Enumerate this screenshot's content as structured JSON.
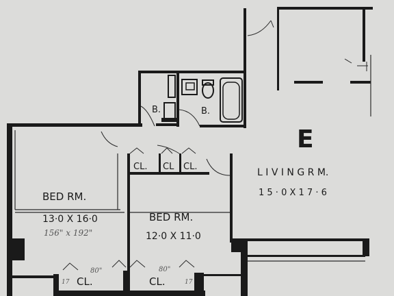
{
  "plan": {
    "unit_letter": "E",
    "rooms": {
      "bath_1": "B.",
      "bath_2": "B.",
      "closet_1": "CL.",
      "closet_2": "CL",
      "closet_3": "CL.",
      "bedroom_1_name": "BED RM.",
      "bedroom_1_dims": "13·0 X 16·0",
      "bedroom_1_metric": "156\" x 192\"",
      "bedroom_2_name": "BED RM.",
      "bedroom_2_dims": "12·0 X 11·0",
      "living_name": "L I V I N G   R M.",
      "living_dims": "1 5 · 0 X 1 7 · 6",
      "closet_4": "CL.",
      "closet_5": "CL.",
      "closet_4_note": "80\"",
      "closet_5_note": "80\"",
      "closet_4_mark": "17",
      "closet_5_mark": "17"
    }
  }
}
